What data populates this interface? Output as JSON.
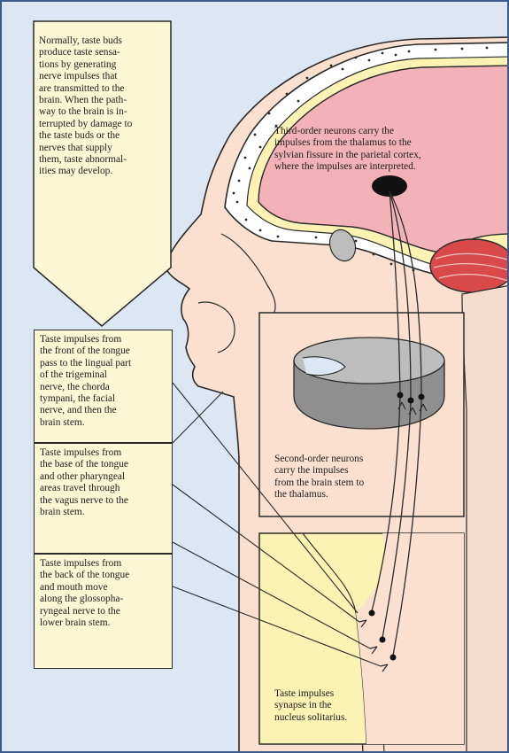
{
  "callouts": {
    "intro": "Normally, taste buds\nproduce taste sensa-\ntions by generating\nnerve impulses that\nare transmitted to the\nbrain. When the path-\nway to the brain is in-\nterrupted by damage to\nthe taste buds or the\nnerves that supply\nthem, taste abnormal-\nities may develop.",
    "third_order": "Third-order neurons carry the\nimpulses from the thalamus to the\nsylvian fissure in the parietal cortex,\nwhere the impulses are interpreted.",
    "front_tongue": "Taste impulses from\nthe front of the tongue\npass to the lingual part\nof the trigeminal\nnerve, the chorda\ntympani, the facial\nnerve, and then the\nbrain stem.",
    "base_tongue": "Taste impulses from\nthe base of the tongue\nand other pharyngeal\nareas travel through\nthe vagus nerve to the\nbrain stem.",
    "back_tongue": "Taste impulses from\nthe back of the tongue\nand mouth move\nalong the glossopha-\nryngeal nerve to the\nlower brain stem.",
    "second_order": "Second-order neurons\ncarry the impulses\nfrom the brain stem to\nthe thalamus.",
    "nucleus": "Taste impulses\nsynapse in the\nnucleus solitarius."
  },
  "colors": {
    "background": "#dde6f3",
    "border": "#3d5a8c",
    "skin": "#fbe0cf",
    "brain": "#f2b2b8",
    "cerebellum": "#d84a4a",
    "bone": "#fbf2b4",
    "skull_bone": "#ffffff",
    "thalamus": "#b0b0b0",
    "callout_fill": "#fbf7d5"
  }
}
